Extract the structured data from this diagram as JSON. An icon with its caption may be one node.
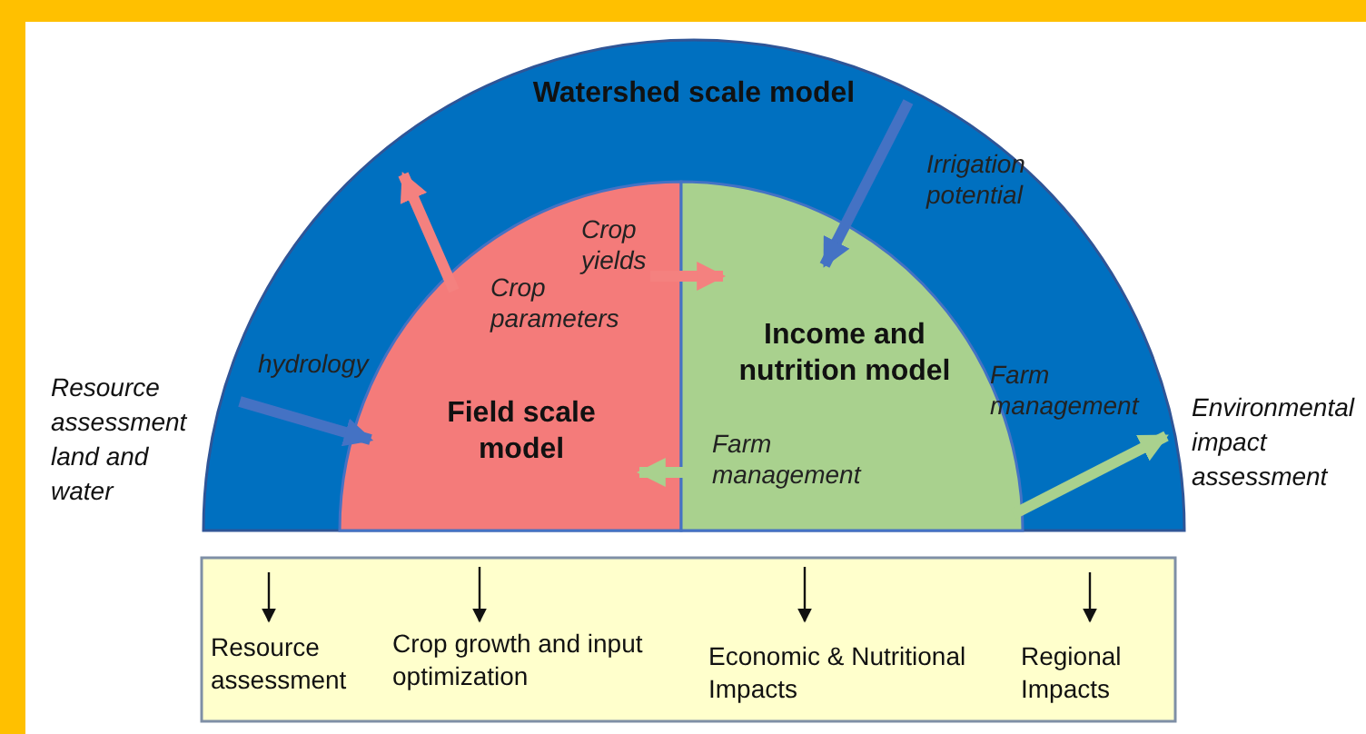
{
  "diagram": {
    "nodes": [
      {
        "text": [
          "Watershed scale model"
        ]
      },
      {
        "text": [
          "Field scale model"
        ],
        "in": 0
      },
      {
        "text": [
          "Income and nutrition model"
        ],
        "in": 0
      },
      {
        "text": [],
        "shape": "box"
      },
      {
        "text": [
          "Resource assessment"
        ],
        "in": 3
      },
      {
        "text": [
          "Crop growth and input optimization"
        ],
        "in": 3
      },
      {
        "text": [
          "Economic & Nutritional Impacts"
        ],
        "in": 3
      },
      {
        "text": [
          "Regional Impacts"
        ],
        "in": 3
      }
    ],
    "edges": [
      {
        "from": 0,
        "to": 1,
        "arrow": "to",
        "label": "hydrology",
        "color": "#4472c4"
      },
      {
        "from": 1,
        "to": 0,
        "arrow": "to",
        "label": "Crop parameters",
        "color": "#f4817f"
      },
      {
        "from": 1,
        "to": 2,
        "arrow": "to",
        "label": "Crop yields",
        "color": "#f4817f"
      },
      {
        "from": 0,
        "to": 2,
        "arrow": "to",
        "label": "Irrigation potential",
        "color": "#4472c4"
      },
      {
        "from": 2,
        "to": 1,
        "arrow": "to",
        "label": "Farm management",
        "color": "#a9d18e"
      },
      {
        "from": 2,
        "to": 0,
        "arrow": "to",
        "label": "Farm management",
        "color": "#a9d18e"
      },
      {
        "from": null,
        "to": 4,
        "arrow": "to"
      },
      {
        "from": null,
        "to": 5,
        "arrow": "to"
      },
      {
        "from": null,
        "to": 6,
        "arrow": "to"
      },
      {
        "from": null,
        "to": 7,
        "arrow": "to"
      }
    ],
    "labels": [
      "Resource assessment land and water",
      "Environmental impact assessment"
    ]
  }
}
